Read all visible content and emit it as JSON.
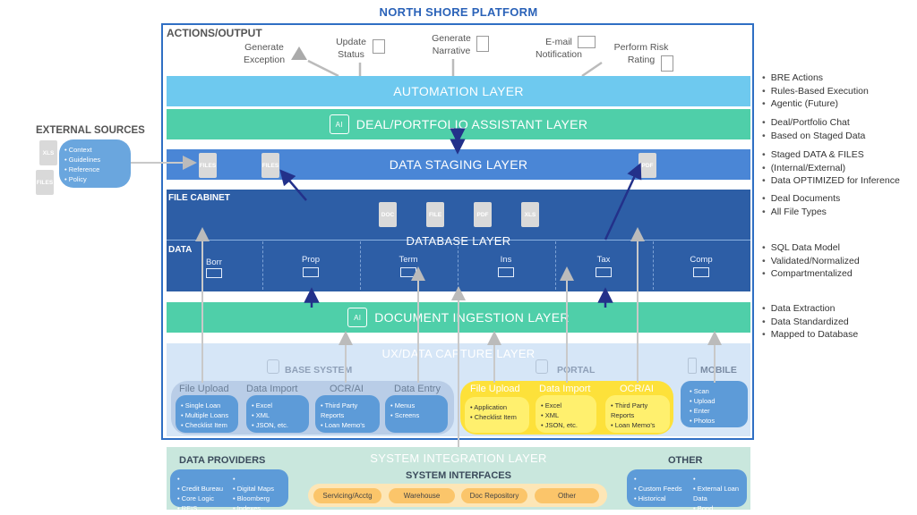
{
  "title": "NORTH SHORE PLATFORM",
  "actions": {
    "heading": "ACTIONS/OUTPUT",
    "items": [
      "Generate\nException",
      "Update\nStatus",
      "Generate\nNarrative",
      "E-mail\nNotification",
      "Perform Risk\nRating"
    ]
  },
  "layers": {
    "automation": "AUTOMATION LAYER",
    "assistant": "DEAL/PORTFOLIO ASSISTANT LAYER",
    "staging": "DATA STAGING LAYER",
    "database": "DATABASE LAYER",
    "ingestion": "DOCUMENT INGESTION LAYER",
    "capture": "UX/DATA CAPTURE LAYER",
    "integration": "SYSTEM INTEGRATION LAYER"
  },
  "icon_text": {
    "ai": "AI",
    "xls": "XLS",
    "files": "FILES",
    "pdf": "PDF",
    "doc": "DOC",
    "file": "FILE"
  },
  "external": {
    "heading": "EXTERNAL SOURCES",
    "items": [
      "Context",
      "Guidelines",
      "Reference",
      "Policy"
    ]
  },
  "cabinet": {
    "label": "FILE CABINET",
    "files": [
      "DOC",
      "FILE",
      "PDF",
      "XLS"
    ]
  },
  "data": {
    "label": "DATA",
    "columns": [
      "Borr",
      "Prop",
      "Term",
      "Ins",
      "Tax",
      "Comp"
    ]
  },
  "notes": {
    "automation": [
      "BRE Actions",
      "Rules-Based Execution",
      "Agentic (Future)"
    ],
    "assistant": [
      "Deal/Portfolio Chat",
      "Based on Staged Data"
    ],
    "staging": [
      "Staged DATA & FILES",
      "(Internal/External)",
      "Data OPTIMIZED for Inference"
    ],
    "cabinet": [
      "Deal Documents",
      "All File Types"
    ],
    "database": [
      "SQL Data Model",
      "Validated/Normalized",
      "Compartmentalized"
    ],
    "ingestion": [
      "Data Extraction",
      "Data Standardized",
      "Mapped to Database"
    ]
  },
  "base_system": {
    "heading": "BASE SYSTEM",
    "groups": [
      {
        "label": "File Upload",
        "items": [
          "Single Loan",
          "Multiple Loans",
          "Checklist Item"
        ]
      },
      {
        "label": "Data Import",
        "items": [
          "Excel",
          "XML",
          "JSON, etc."
        ]
      },
      {
        "label": "OCR/AI",
        "items": [
          "Third Party Reports",
          "Loan Memo's"
        ]
      },
      {
        "label": "Data Entry",
        "items": [
          "Menus",
          "Screens"
        ]
      }
    ]
  },
  "portal": {
    "heading": "PORTAL",
    "groups": [
      {
        "label": "File Upload",
        "items": [
          "Application",
          "Checklist Item"
        ]
      },
      {
        "label": "Data Import",
        "items": [
          "Excel",
          "XML",
          "JSON, etc."
        ]
      },
      {
        "label": "OCR/AI",
        "items": [
          "Third Party Reports",
          "Loan Memo's"
        ]
      }
    ]
  },
  "mobile": {
    "heading": "MOBILE",
    "items": [
      "Scan",
      "Upload",
      "Enter",
      "Photos"
    ]
  },
  "data_providers": {
    "heading": "DATA PROVIDERS",
    "col1": [
      "Credit Bureau",
      "Core Logic",
      "REIS"
    ],
    "col2": [
      "Digital Maps",
      "Bloomberg",
      "Indexes"
    ]
  },
  "interfaces": {
    "heading": "SYSTEM INTERFACES",
    "items": [
      "Servicing/Acctg",
      "Warehouse",
      "Doc Repository",
      "Other"
    ]
  },
  "other": {
    "heading": "OTHER",
    "col1": [
      "Custom Feeds",
      "Historical"
    ],
    "col2": [
      "External Loan Data",
      "Bond"
    ]
  },
  "colors": {
    "automation": "#6ec9ef",
    "assistant": "#4fcfa9",
    "staging": "#4a86d6",
    "database": "#2d5ea6",
    "capture": "#d6e6f7",
    "integration": "#c9e7dd",
    "arrow": "#23318a"
  }
}
